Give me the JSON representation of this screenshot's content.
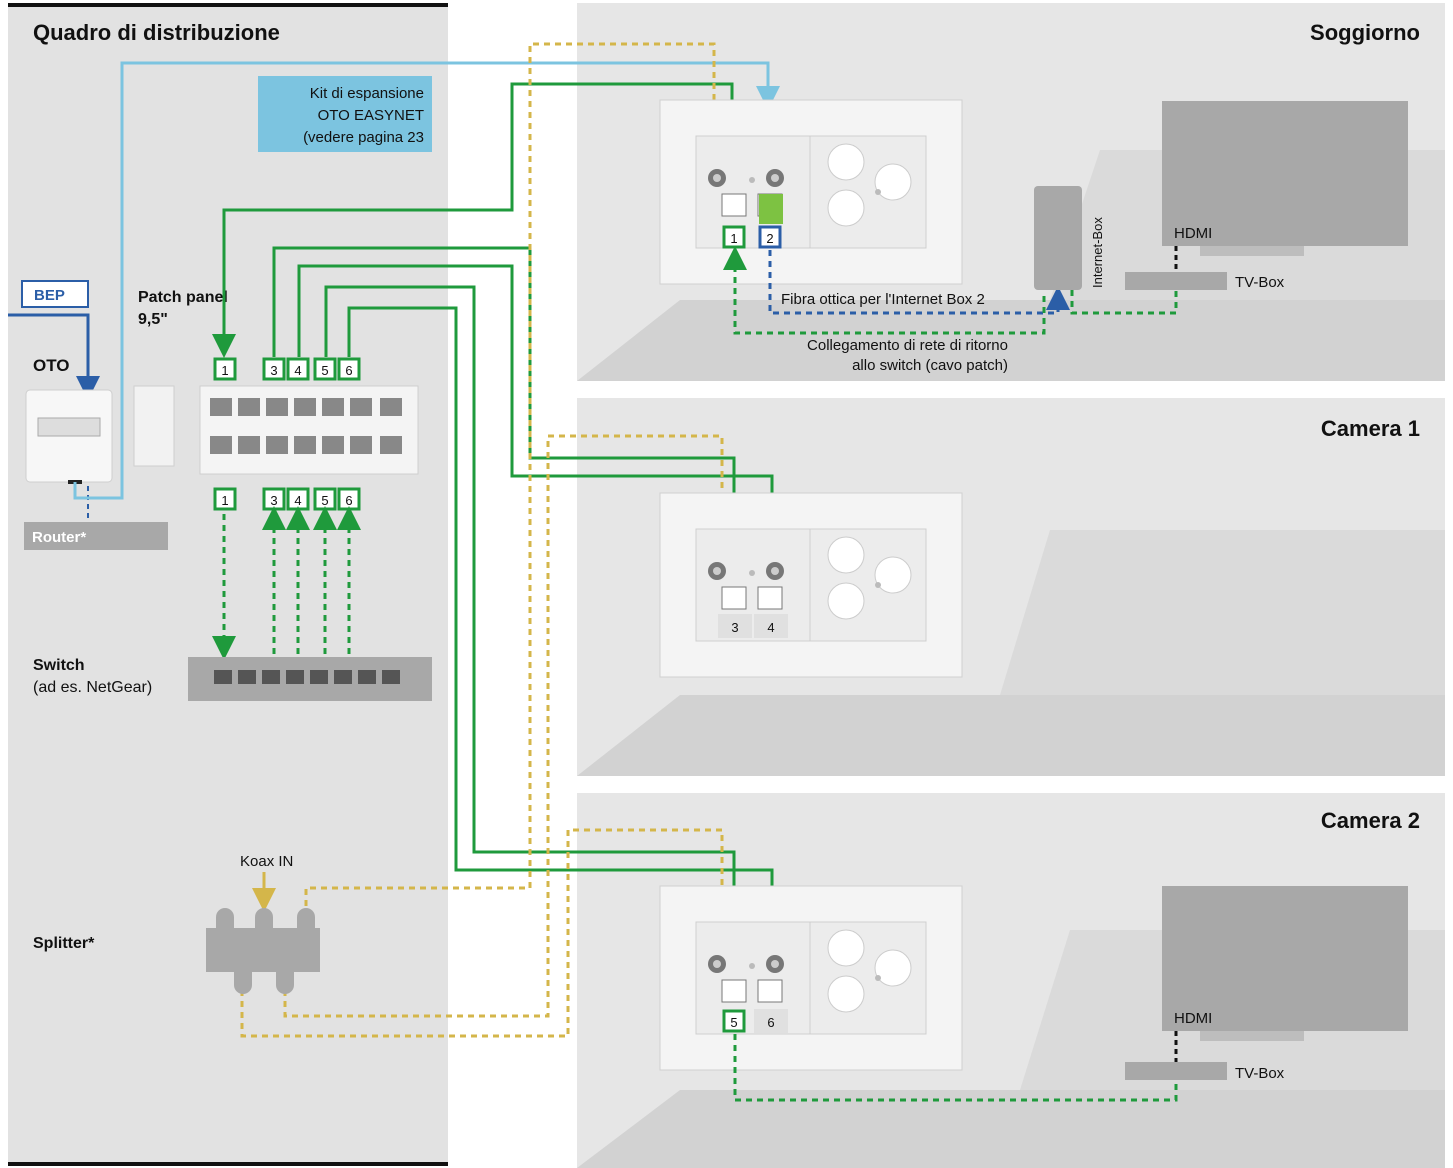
{
  "colors": {
    "green": "#1f9a3c",
    "blue_dark": "#2b5ea7",
    "blue_light": "#7cc4e0",
    "coax": "#d4b64a",
    "panel_bg": "#e2e2e2",
    "room_bg": "#e6e6e6",
    "device_gray": "#a8a8a8"
  },
  "distribution": {
    "title": "Quadro di distribuzione",
    "bep": "BEP",
    "oto": "OTO",
    "router": "Router*",
    "kit_line1": "Kit di espansione",
    "kit_line2": "OTO EASYNET",
    "kit_line3": "(vedere pagina 23",
    "patch_line1": "Patch panel",
    "patch_line2": "9,5\"",
    "port_labels": [
      "1",
      "3",
      "4",
      "5",
      "6"
    ],
    "switch_line1": "Switch",
    "switch_line2": "(ad es. NetGear)",
    "coax_in": "Koax IN",
    "splitter": "Splitter*"
  },
  "rooms": {
    "soggiorno": {
      "title": "Soggiorno",
      "port1": "1",
      "port2": "2",
      "internet_box": "Internet-Box",
      "hdmi": "HDMI",
      "tv_box": "TV-Box",
      "fiber_note": "Fibra ottica per l'Internet Box 2",
      "return_line1": "Collegamento di rete di ritorno",
      "return_line2": "allo switch (cavo patch)"
    },
    "camera1": {
      "title": "Camera 1",
      "port_a": "3",
      "port_b": "4"
    },
    "camera2": {
      "title": "Camera 2",
      "port_a": "5",
      "port_b": "6",
      "hdmi": "HDMI",
      "tv_box": "TV-Box"
    }
  }
}
